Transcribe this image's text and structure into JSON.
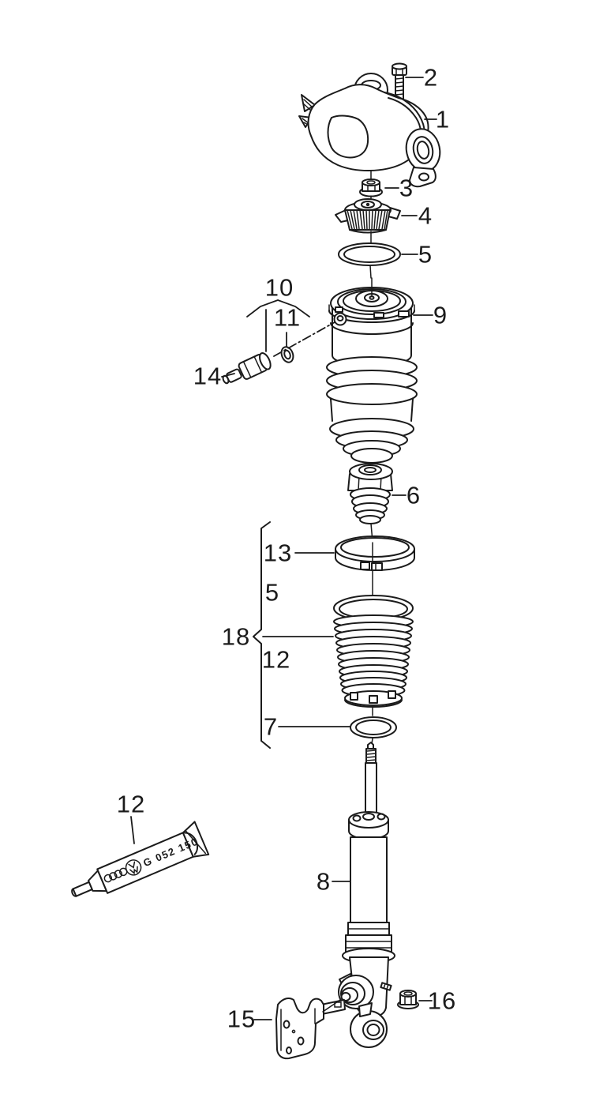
{
  "diagram": {
    "kind": "exploded-parts-diagram",
    "subject": "air-spring-and-shock-absorber-assembly",
    "background_color": "#ffffff",
    "line_color": "#1b1b1b"
  },
  "callouts": {
    "c1": {
      "label": "1",
      "name": "top-mount"
    },
    "c2": {
      "label": "2",
      "name": "bolt"
    },
    "c3": {
      "label": "3",
      "name": "hex-nut"
    },
    "c4": {
      "label": "4",
      "name": "knurled-cap"
    },
    "c5": {
      "label": "5",
      "name": "o-ring-upper"
    },
    "c6": {
      "label": "6",
      "name": "bump-stop"
    },
    "c7": {
      "label": "7",
      "name": "o-ring-lower"
    },
    "c8": {
      "label": "8",
      "name": "shock-absorber"
    },
    "c9": {
      "label": "9",
      "name": "air-spring"
    },
    "c10": {
      "label": "10",
      "name": "valve-group"
    },
    "c11": {
      "label": "11",
      "name": "seal"
    },
    "c12_boot": {
      "label": "12",
      "name": "protective-boot"
    },
    "c12_tube": {
      "label": "12",
      "name": "lubricant-tube"
    },
    "c13": {
      "label": "13",
      "name": "clamping-ring"
    },
    "c14": {
      "label": "14",
      "name": "valve-fitting"
    },
    "c15": {
      "label": "15",
      "name": "retaining-bracket"
    },
    "c16": {
      "label": "16",
      "name": "hex-nut-lower"
    },
    "c18": {
      "label": "18",
      "name": "boot-assembly-group"
    },
    "c5_group": {
      "label": "5",
      "name": "o-ring-in-group"
    }
  },
  "tube": {
    "text": "G 052 150",
    "icons": [
      "audi-rings-icon",
      "vw-roundel-icon"
    ]
  }
}
